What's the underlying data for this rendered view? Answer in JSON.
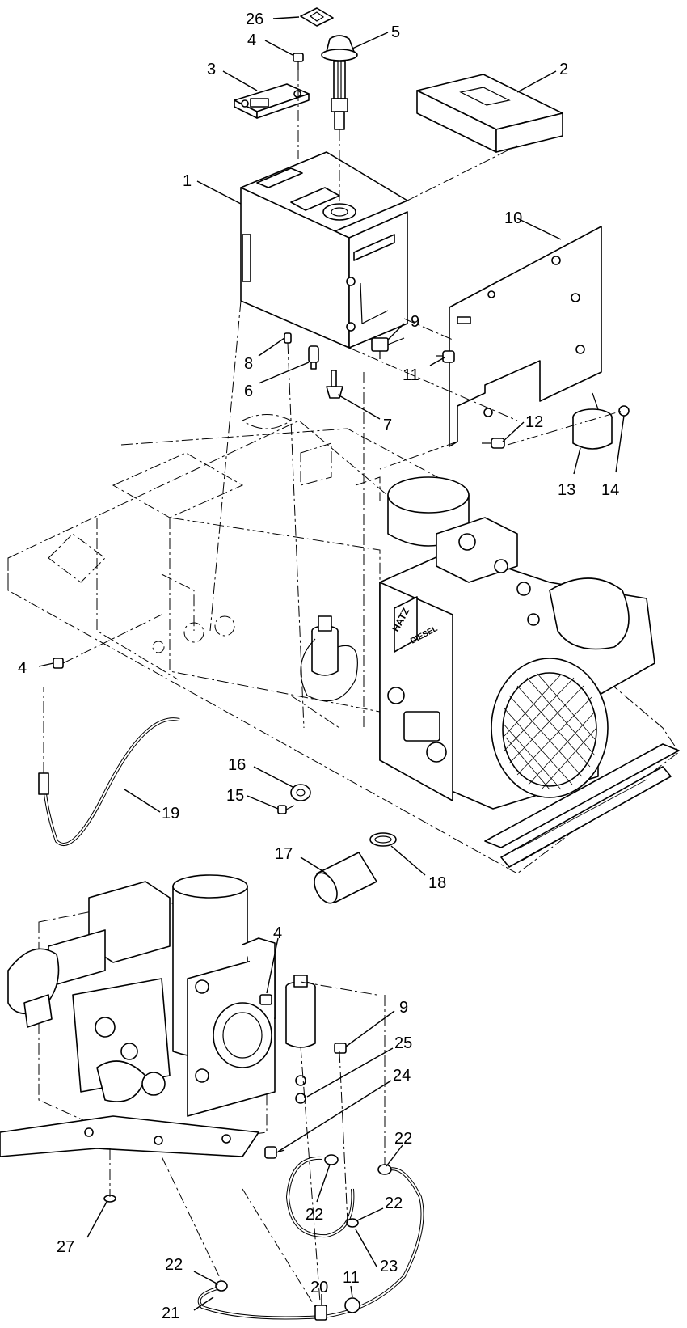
{
  "diagram": {
    "type": "exploded-parts-view",
    "callouts": [
      {
        "id": "c26a",
        "label": "26"
      },
      {
        "id": "c4a",
        "label": "4"
      },
      {
        "id": "c5",
        "label": "5"
      },
      {
        "id": "c3",
        "label": "3"
      },
      {
        "id": "c2",
        "label": "2"
      },
      {
        "id": "c1",
        "label": "1"
      },
      {
        "id": "c10",
        "label": "10"
      },
      {
        "id": "c9a",
        "label": "9"
      },
      {
        "id": "c8",
        "label": "8"
      },
      {
        "id": "c11a",
        "label": "11"
      },
      {
        "id": "c6",
        "label": "6"
      },
      {
        "id": "c7",
        "label": "7"
      },
      {
        "id": "c12",
        "label": "12"
      },
      {
        "id": "c13",
        "label": "13"
      },
      {
        "id": "c14",
        "label": "14"
      },
      {
        "id": "c4b",
        "label": "4"
      },
      {
        "id": "c16",
        "label": "16"
      },
      {
        "id": "c15",
        "label": "15"
      },
      {
        "id": "c19",
        "label": "19"
      },
      {
        "id": "c17",
        "label": "17"
      },
      {
        "id": "c18",
        "label": "18"
      },
      {
        "id": "c4c",
        "label": "4"
      },
      {
        "id": "c9b",
        "label": "9"
      },
      {
        "id": "c25",
        "label": "25"
      },
      {
        "id": "c24",
        "label": "24"
      },
      {
        "id": "c22a",
        "label": "22"
      },
      {
        "id": "c27",
        "label": "27"
      },
      {
        "id": "c22b",
        "label": "22"
      },
      {
        "id": "c22c",
        "label": "22"
      },
      {
        "id": "c23",
        "label": "23"
      },
      {
        "id": "c22d",
        "label": "22"
      },
      {
        "id": "c11b",
        "label": "11"
      },
      {
        "id": "c20",
        "label": "20"
      },
      {
        "id": "c21",
        "label": "21"
      }
    ],
    "engine_logo_top": "HATZ",
    "engine_logo_bottom": "DIESEL"
  }
}
